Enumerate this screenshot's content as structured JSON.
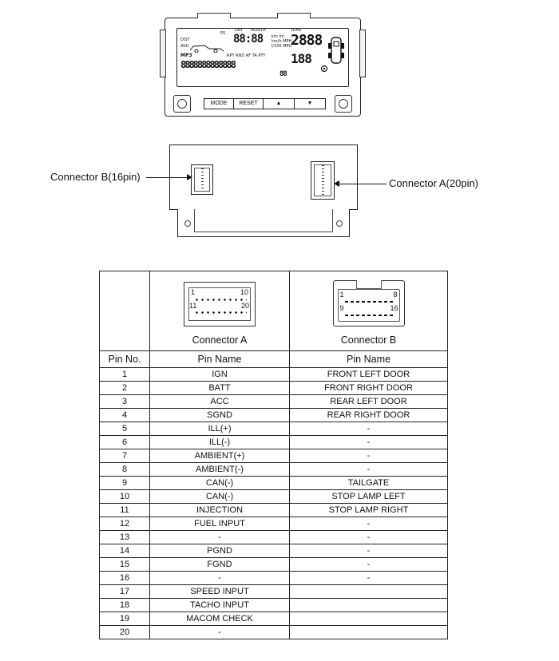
{
  "front_panel": {
    "labels": {
      "day": "DAY",
      "month": "MONTH",
      "year": "YEAR",
      "date_digits": "88:88",
      "year_digits": "2888",
      "mid_digits": "188",
      "small_digits": "88",
      "mp3": "MP3",
      "units": "km mi",
      "speed_units": "km/h MPH",
      "fuel_units": "l/100 MPG",
      "mode_text": "RPT  RND  AF  TA  PTY",
      "dist": "DIST",
      "avg": "AVG",
      "ps": "PS"
    },
    "buttons": [
      "MODE",
      "RESET",
      "▲",
      "▼"
    ]
  },
  "rear_view": {
    "callout_left": "Connector B(16pin)",
    "callout_right": "Connector A(20pin)"
  },
  "pin_table": {
    "connector_a": {
      "title": "Connector A",
      "pin_top_left": "1",
      "pin_top_right": "10",
      "pin_bottom_left": "11",
      "pin_bottom_right": "20"
    },
    "connector_b": {
      "title": "Connector B",
      "pin_top_left": "1",
      "pin_top_right": "8",
      "pin_bottom_left": "9",
      "pin_bottom_right": "16"
    },
    "headers": [
      "Pin No.",
      "Pin Name",
      "Pin Name"
    ],
    "rows": [
      [
        "1",
        "IGN",
        "FRONT LEFT DOOR"
      ],
      [
        "2",
        "BATT",
        "FRONT RIGHT DOOR"
      ],
      [
        "3",
        "ACC",
        "REAR LEFT DOOR"
      ],
      [
        "4",
        "SGND",
        "REAR RIGHT DOOR"
      ],
      [
        "5",
        "ILL(+)",
        "-"
      ],
      [
        "6",
        "ILL(-)",
        "-"
      ],
      [
        "7",
        "AMBIENT(+)",
        "-"
      ],
      [
        "8",
        "AMBIENT(-)",
        "-"
      ],
      [
        "9",
        "CAN(-)",
        "TAILGATE"
      ],
      [
        "10",
        "CAN(-)",
        "STOP LAMP LEFT"
      ],
      [
        "11",
        "INJECTION",
        "STOP LAMP RIGHT"
      ],
      [
        "12",
        "FUEL INPUT",
        "-"
      ],
      [
        "13",
        "-",
        "-"
      ],
      [
        "14",
        "PGND",
        "-"
      ],
      [
        "15",
        "FGND",
        "-"
      ],
      [
        "16",
        "-",
        "-"
      ],
      [
        "17",
        "SPEED INPUT",
        ""
      ],
      [
        "18",
        "TACHO INPUT",
        ""
      ],
      [
        "19",
        "MACOM CHECK",
        ""
      ],
      [
        "20",
        "-",
        ""
      ]
    ]
  }
}
